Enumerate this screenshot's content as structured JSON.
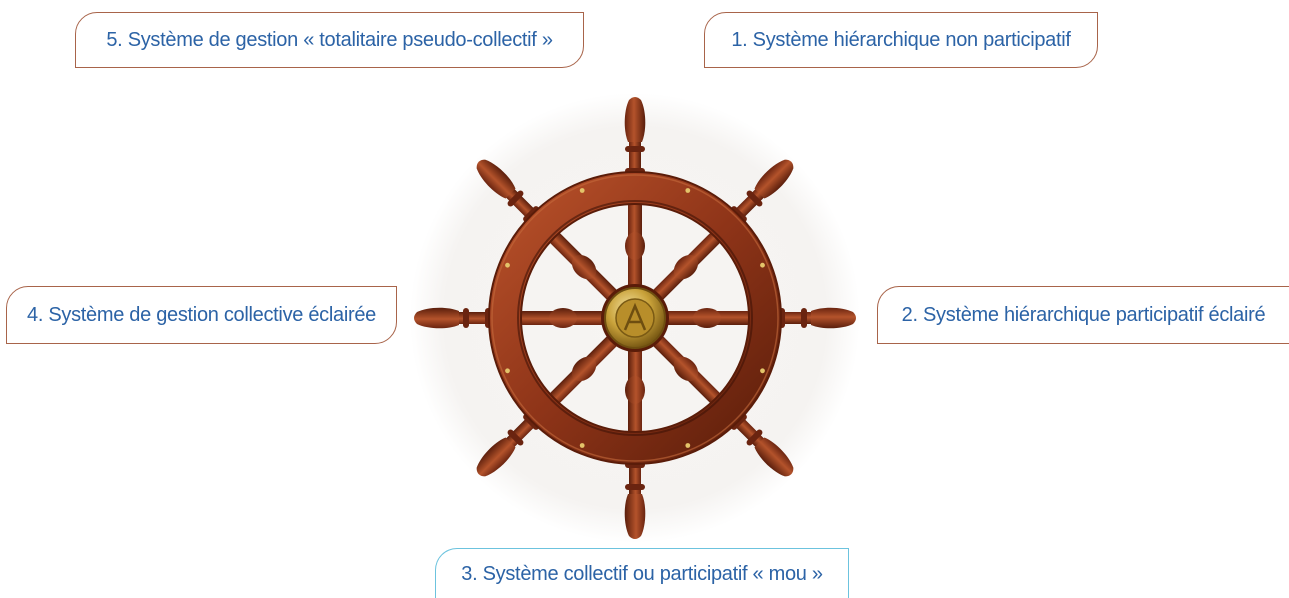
{
  "labels": {
    "item_5": "5. Système de gestion « totalitaire pseudo-collectif »",
    "item_1": "1. Système hiérarchique non participatif",
    "item_4": "4. Système de gestion collective éclairée",
    "item_2": "2. Système hiérarchique participatif éclairé",
    "item_3": "3. Système collectif ou participatif « mou »"
  },
  "colors": {
    "label_text": "#2c63a6",
    "label_border": "#a8644a",
    "label_border_highlight": "#6cc3de",
    "wood": "#8e3418",
    "brass": "#c9a23a"
  },
  "image": {
    "name": "ship-steering-wheel"
  }
}
